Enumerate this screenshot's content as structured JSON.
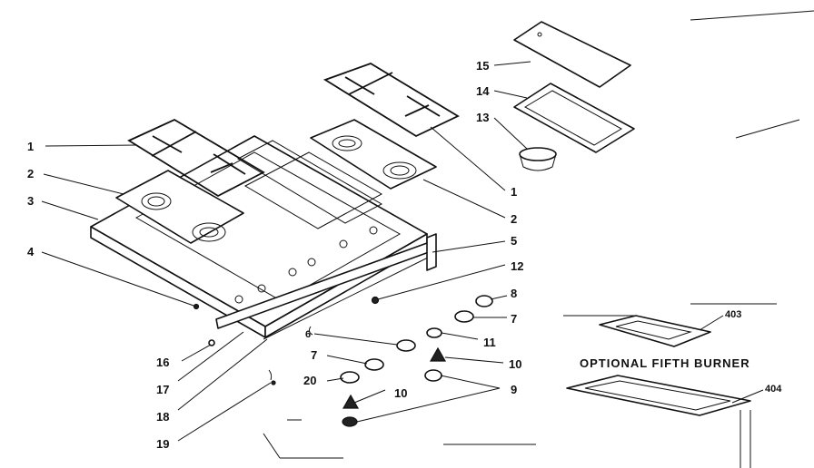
{
  "caption": "OPTIONAL FIFTH BURNER",
  "callouts": {
    "c1_left": "1",
    "c2_left": "2",
    "c3": "3",
    "c4": "4",
    "c16": "16",
    "c17": "17",
    "c18": "18",
    "c19": "19",
    "c20": "20",
    "c7_low": "7",
    "c6": "6",
    "c10_low": "10",
    "c9": "9",
    "c10_mid": "10",
    "c11": "11",
    "c7_mid": "7",
    "c8": "8",
    "c12": "12",
    "c5": "5",
    "c2_right": "2",
    "c1_right": "1",
    "c13": "13",
    "c14": "14",
    "c15": "15",
    "c403": "403",
    "c404": "404"
  }
}
